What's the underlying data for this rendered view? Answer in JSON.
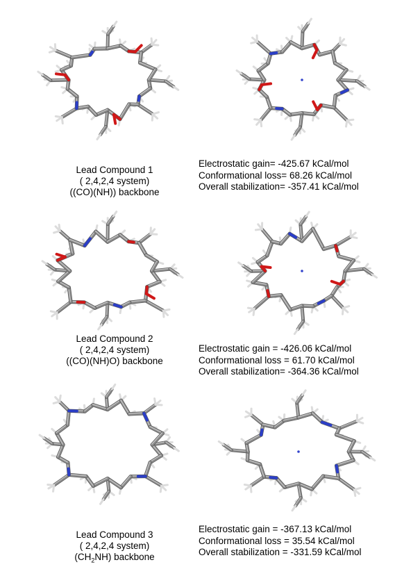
{
  "panels": [
    {
      "caption": [
        "Lead Compound 1",
        "( 2,4,2,4  system)",
        "((CO)(NH)) backbone"
      ],
      "energies": [
        "Electrostatic gain= -425.67 kCal/mol",
        "Conformational loss= 68.26 kCal/mol",
        "Overall stabilization= -357.41 kCal/mol"
      ]
    },
    {
      "caption": [
        "Lead Compound 2",
        "( 2,4,2,4 system)",
        "((CO)(NH)O) backbone"
      ],
      "energies": [
        "Electrostatic gain = -426.06 kCal/mol",
        "Conformational loss = 61.70 kCal/mol",
        "Overall stabilization= -364.36 kCal/mol"
      ]
    },
    {
      "caption": [
        "Lead Compound 3",
        "( 2,4,2,4 system)"
      ],
      "caption_formula": {
        "pre": "(CH",
        "sub": "2",
        "post": "NH) backbone"
      },
      "energies": [
        "Electrostatic gain = -367.13 kCal/mol",
        "Conformational loss = 35.54 kCal/mol",
        "Overall stabilization = -331.59 kCal/mol"
      ]
    }
  ],
  "colors": {
    "carbon": "#8a8a8a",
    "hydrogen": "#dcdcdc",
    "nitrogen": "#2b3ec8",
    "oxygen": "#d01818",
    "ion": "#3344cc"
  }
}
